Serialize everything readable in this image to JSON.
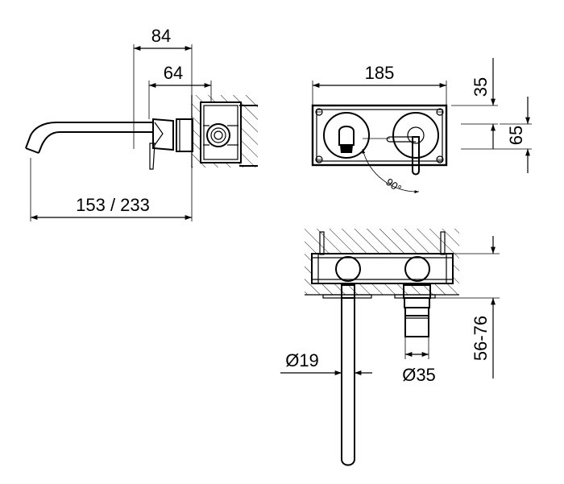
{
  "side_view": {
    "dim_width_total": "84",
    "dim_width_body": "64",
    "dim_spout_length": "153 / 233"
  },
  "front_view": {
    "dim_plate_width": "185",
    "dim_top_offset": "35",
    "dim_spacing": "65",
    "dim_angle": "90°"
  },
  "top_view": {
    "dim_spout_diameter": "Ø19",
    "dim_handle_diameter": "Ø35",
    "dim_wall_depth": "56-76"
  }
}
